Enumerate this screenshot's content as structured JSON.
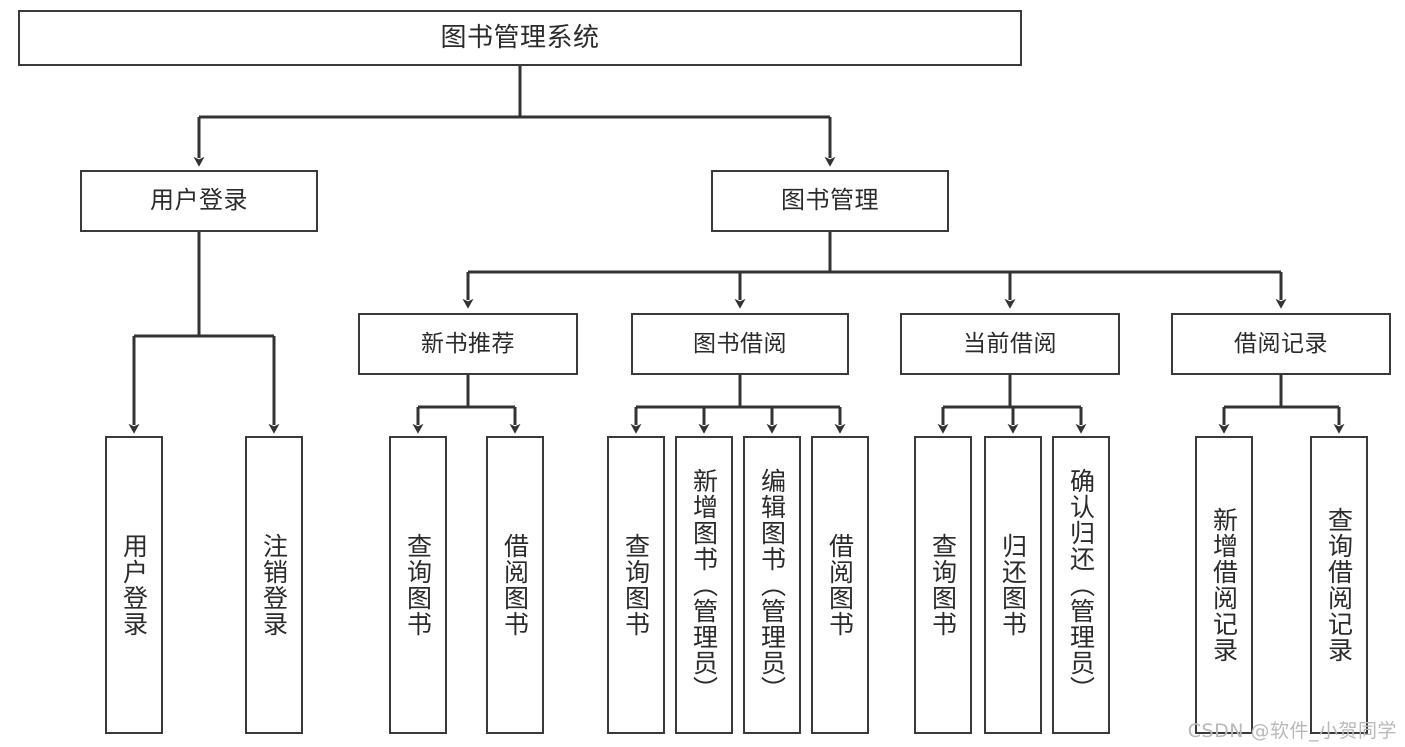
{
  "diagram": {
    "title": "图书管理系统",
    "watermark": "CSDN @软件_小贺同学",
    "colors": {
      "box_border": "#3a3a3a",
      "box_fill": "#ffffff",
      "edge": "#333333",
      "text": "#2b2b2b",
      "watermark": "#b9b9b9",
      "background": "#ffffff"
    },
    "root": {
      "label": "图书管理系统"
    },
    "level1": [
      {
        "label": "用户登录"
      },
      {
        "label": "图书管理"
      }
    ],
    "level2": [
      {
        "label": "新书推荐"
      },
      {
        "label": "图书借阅"
      },
      {
        "label": "当前借阅"
      },
      {
        "label": "借阅记录"
      }
    ],
    "leaves": {
      "user_login": [
        {
          "label": "用户登录"
        },
        {
          "label": "注销登录"
        }
      ],
      "new_book_recommend": [
        {
          "label": "查询图书"
        },
        {
          "label": "借阅图书"
        }
      ],
      "book_borrow": [
        {
          "label": "查询图书"
        },
        {
          "label": "新增图书（管理员）"
        },
        {
          "label": "编辑图书（管理员）"
        },
        {
          "label": "借阅图书"
        }
      ],
      "current_borrow": [
        {
          "label": "查询图书"
        },
        {
          "label": "归还图书"
        },
        {
          "label": "确认归还（管理员）"
        }
      ],
      "borrow_record": [
        {
          "label": "新增借阅记录"
        },
        {
          "label": "查询借阅记录"
        }
      ]
    }
  }
}
